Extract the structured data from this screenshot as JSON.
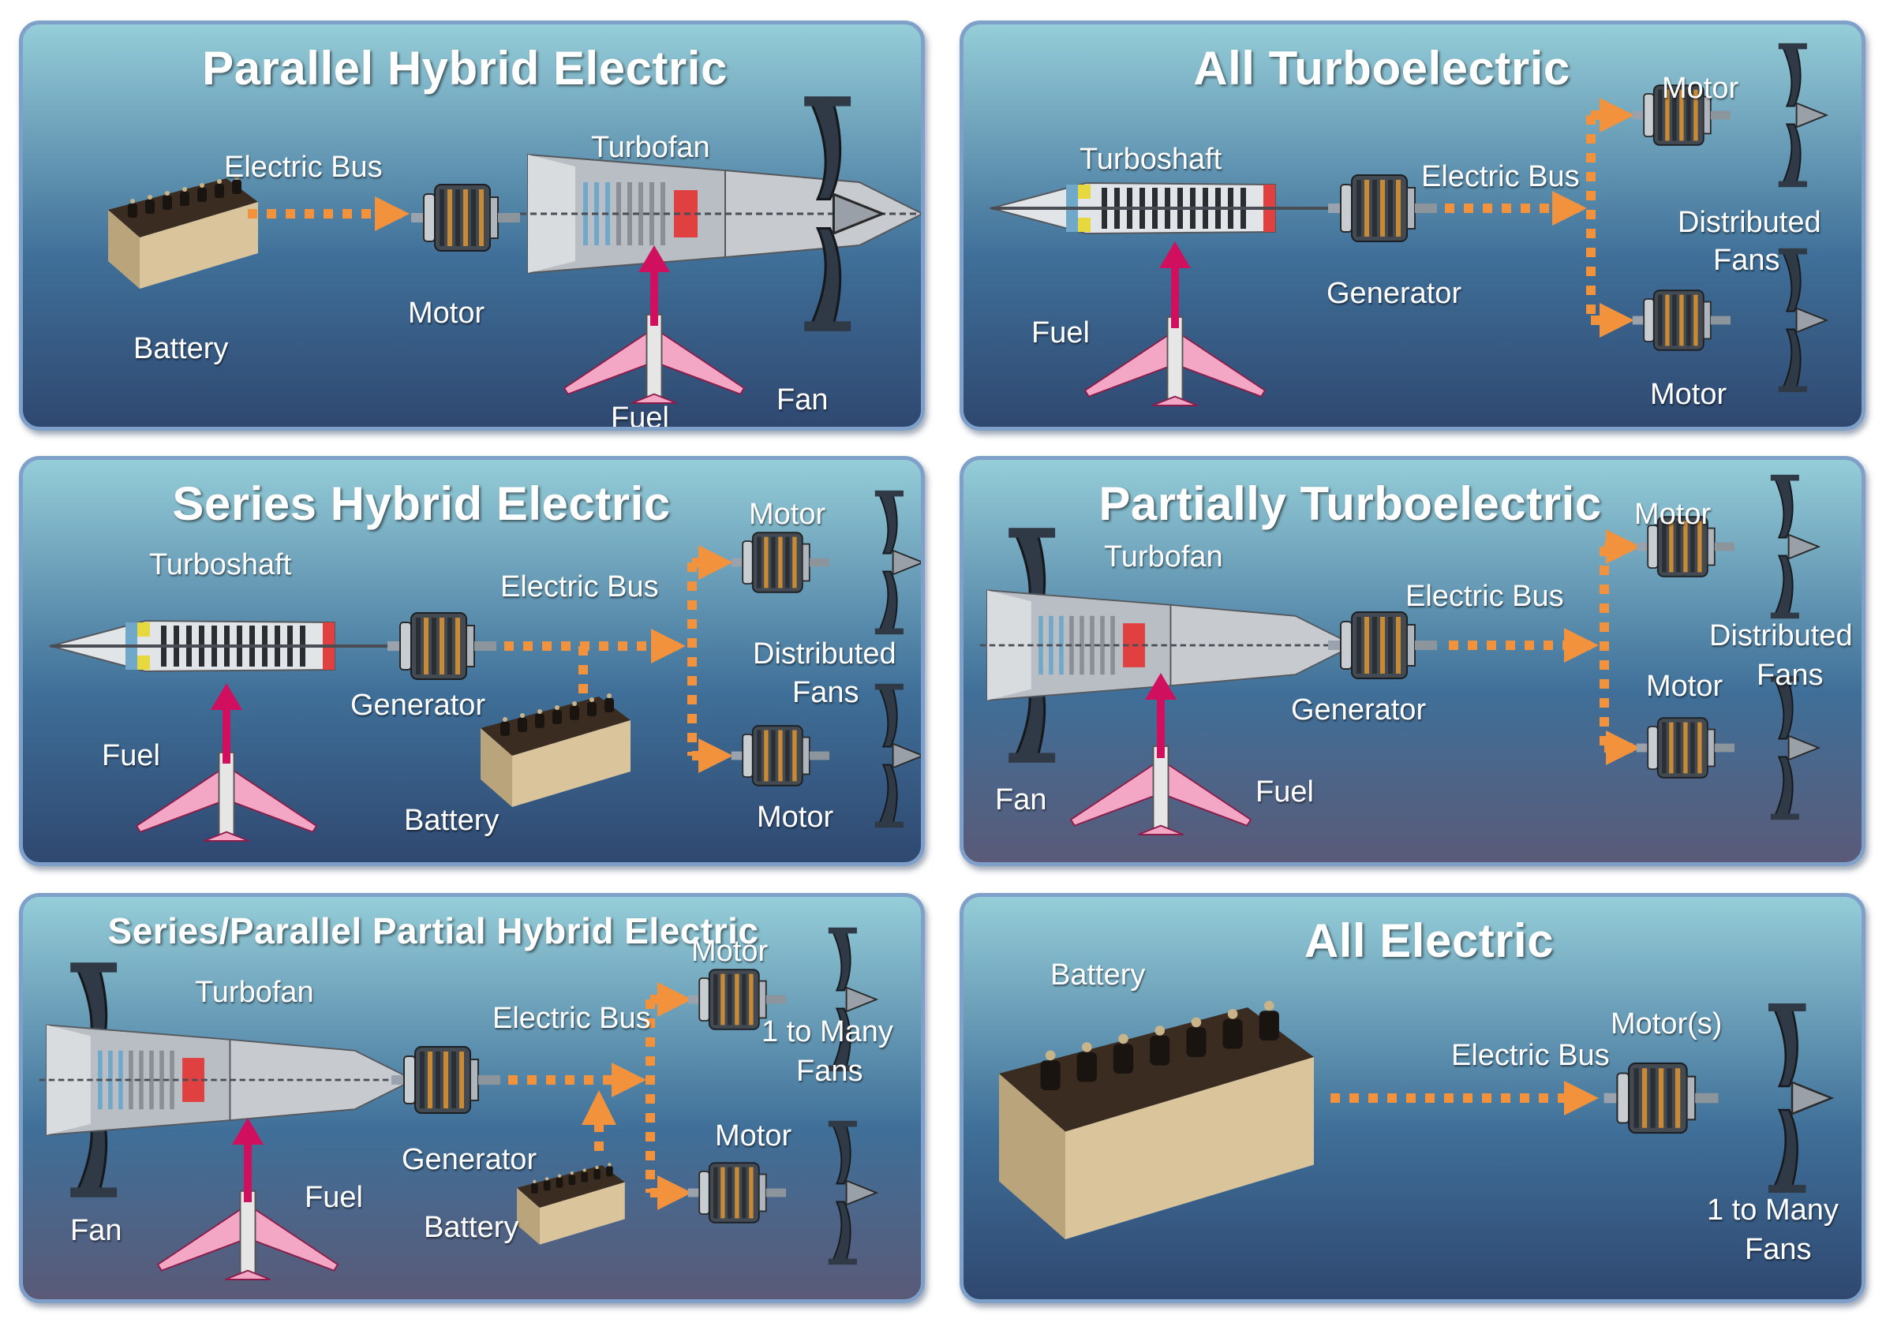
{
  "panels": [
    {
      "title": "Parallel Hybrid Electric",
      "labels": [
        "Electric Bus",
        "Turbofan",
        "Battery",
        "Motor",
        "Fuel",
        "Fan"
      ]
    },
    {
      "title": "All Turboelectric",
      "labels": [
        "Motor",
        "Turboshaft",
        "Electric Bus",
        "Distributed",
        "Fans",
        "Generator",
        "Fuel",
        "Motor"
      ]
    },
    {
      "title": "Series Hybrid Electric",
      "labels": [
        "Motor",
        "Turboshaft",
        "Electric Bus",
        "Distributed",
        "Fans",
        "Generator",
        "Fuel",
        "Battery",
        "Motor"
      ]
    },
    {
      "title": "Partially Turboelectric",
      "labels": [
        "Motor",
        "Turbofan",
        "Electric Bus",
        "Distributed",
        "Fans",
        "Motor",
        "Generator",
        "Fan",
        "Fuel"
      ]
    },
    {
      "title": "Series/Parallel Partial Hybrid Electric",
      "labels": [
        "Motor",
        "Turbofan",
        "Electric Bus",
        "1 to Many",
        "Fans",
        "Generator",
        "Motor",
        "Fuel",
        "Fan",
        "Battery"
      ]
    },
    {
      "title": "All Electric",
      "labels": [
        "Battery",
        "Motor(s)",
        "Electric Bus",
        "1 to Many",
        "Fans"
      ]
    }
  ],
  "colors": {
    "panel_top": "#95cdd8",
    "panel_mid": "#3f6f98",
    "panel_bottom": "#2f4870",
    "panel_bottom_alt": "#5a5a78",
    "arrow_orange": "#f2923c",
    "fuel_magenta": "#d0105f",
    "battery_tan": "#d9c49c",
    "turbine_hot": "#e04040",
    "turbine_cool": "#6fa8c8"
  },
  "icons": [
    "battery-icon",
    "motor-icon",
    "generator-icon",
    "turbofan-icon",
    "turboshaft-icon",
    "fan-icon",
    "airplane-icon",
    "orange-dotted-arrow",
    "fuel-arrow"
  ]
}
